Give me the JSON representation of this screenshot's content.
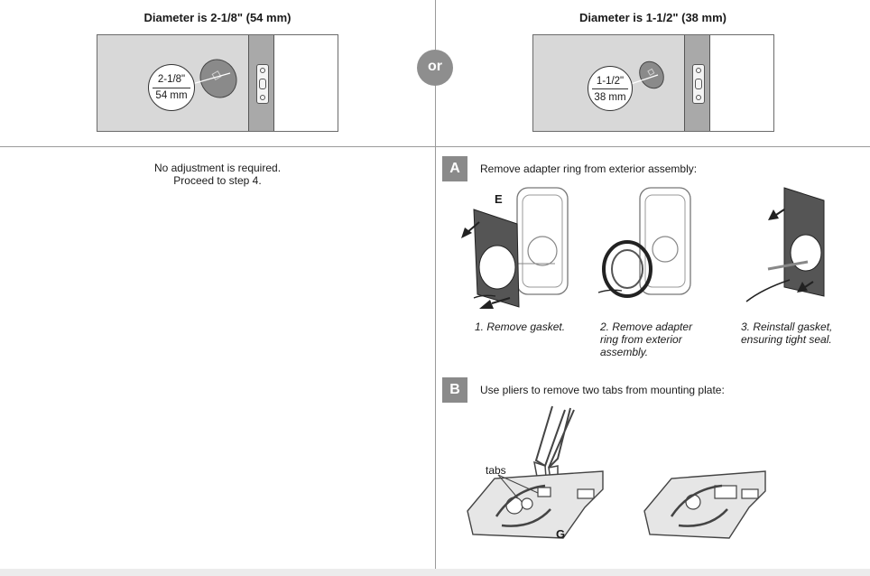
{
  "left_option": {
    "heading": "Diameter is 2-1/8\" (54 mm)",
    "callout_top": "2-1/8\"",
    "callout_bottom": "54 mm",
    "note_line1": "No adjustment is required.",
    "note_line2": "Proceed to step 4."
  },
  "or_label": "or",
  "right_option": {
    "heading": "Diameter is 1-1/2\" (38 mm)",
    "callout_top": "1-1/2\"",
    "callout_bottom": "38 mm"
  },
  "step_a": {
    "badge": "A",
    "instruction": "Remove adapter ring from exterior assembly:",
    "part_label": "E",
    "captions": [
      {
        "lines": [
          "1. Remove gasket."
        ]
      },
      {
        "lines": [
          "2. Remove adapter",
          "ring from exterior",
          "assembly."
        ]
      },
      {
        "lines": [
          "3. Reinstall gasket,",
          "ensuring tight seal."
        ]
      }
    ]
  },
  "step_b": {
    "badge": "B",
    "instruction": "Use pliers to remove two tabs from mounting plate:",
    "tabs_label": "tabs",
    "part_label": "G"
  },
  "colors": {
    "door": "#d8d8d8",
    "door_edge": "#a9a9a9",
    "badge": "#8a8a8a",
    "or_circle": "#8e8e8e",
    "gasket": "#555555"
  }
}
